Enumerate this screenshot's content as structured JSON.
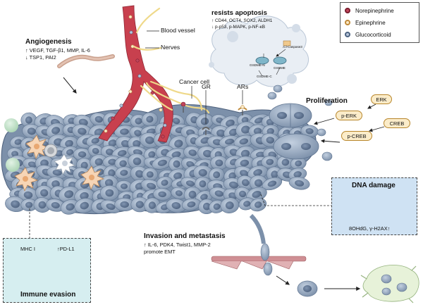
{
  "legend": {
    "items": [
      {
        "label": "Norepinephrine",
        "fill": "#c2455c",
        "ring": "#7a1e2e"
      },
      {
        "label": "Epinephrine",
        "fill": "#fce9c6",
        "ring": "#c08a3a"
      },
      {
        "label": "Glucocorticoid",
        "fill": "#b7c6da",
        "ring": "#4c6280"
      }
    ]
  },
  "angiogenesis": {
    "title": "Angiogenesis",
    "line1": "↑ VEGF, TGF-β1, MMP, IL-6",
    "line2": "↓ TSP1, PAI2"
  },
  "labels": {
    "blood_vessel": "Blood vessel",
    "nerves": "Nerves",
    "cancer_cell": "Cancer cell",
    "gr": "GR",
    "ars": "ARs"
  },
  "apoptosis": {
    "title": "resists apoptosis",
    "line1": "↑ CD44, OCT4, SOX2, ALDH1",
    "line2": "↓ p-p53, p-MAPK, p-NF-κB",
    "cl_caspase": "↓Cl-Caspase3",
    "gsdme_n": "GSDME-N",
    "gsdme": "GSDME",
    "gsdme_c": "GSDME-C"
  },
  "proliferation": {
    "title": "Proliferation",
    "erk": "ERK",
    "p_erk": "p-ERK",
    "creb": "CREB",
    "p_creb": "p-CREB"
  },
  "dna_damage": {
    "title": "DNA damage",
    "markers": "8OHdG, γ-H2AX↑"
  },
  "immune": {
    "title": "Immune evasion",
    "mhc": "MHC I",
    "pdl1": "↑PD-L1"
  },
  "invasion": {
    "title": "Invasion and metastasis",
    "line1": "↑ IL-6, PDK4, Twist1, MMP-2",
    "line2": "promote EMT"
  },
  "colors": {
    "vessel": "#c8404e",
    "nerve": "#efd98a",
    "cell": "#9eb1c8",
    "cell_dark": "#5f7490",
    "panel_bg": "#d6eef0",
    "dna_panel_bg": "#cfe2f3"
  }
}
